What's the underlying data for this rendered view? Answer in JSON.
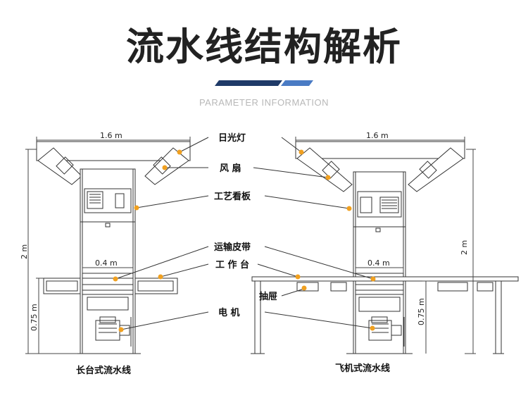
{
  "title": "流水线结构解析",
  "subtitle": "PARAMETER INFORMATION",
  "colors": {
    "accent_dark": "#1f3a68",
    "accent_light": "#4a7bc4",
    "marker": "#f0a020",
    "line": "#333333"
  },
  "callouts": {
    "lamp": "日光灯",
    "fan": "风 扇",
    "board": "工艺看板",
    "belt": "运输皮带",
    "bench": "工 作 台",
    "drawer": "抽屉",
    "motor": "电 机"
  },
  "dims": {
    "left_width": "1.6 m",
    "right_width": "1.6 m",
    "left_height": "2 m",
    "right_height": "2 m",
    "left_belt": "0.4 m",
    "right_belt": "0.4 m",
    "left_bench_height": "0.75 m",
    "right_bench_height": "0.75 m"
  },
  "captions": {
    "left": "长台式流水线",
    "right": "飞机式流水线"
  }
}
